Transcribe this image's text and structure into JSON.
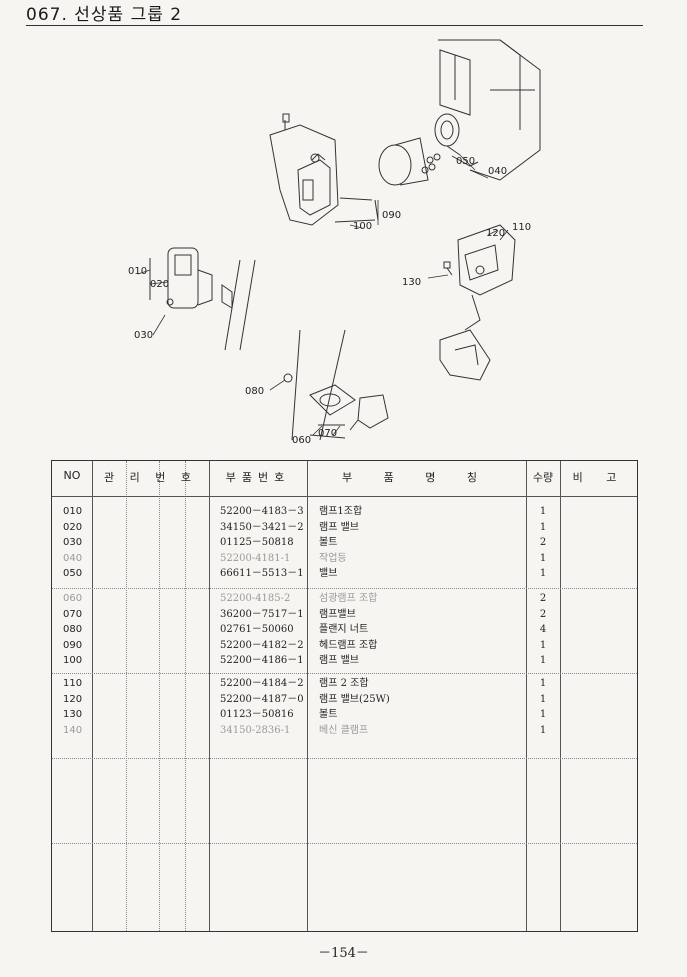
{
  "page_title": "067. 선상품 그룹 2",
  "diagram_callouts": [
    "010",
    "020",
    "030",
    "040",
    "050",
    "060",
    "070",
    "080",
    "090",
    "100",
    "110",
    "120",
    "130"
  ],
  "table": {
    "headers": {
      "no": "NO",
      "mgmt": "관 리 번 호",
      "part_no": "부품번호",
      "part_name": "부 품 명 칭",
      "qty": "수량",
      "remarks": "비 고"
    },
    "groups": [
      [
        {
          "no": "010",
          "part_no": "52200－4183－3",
          "name": "램프1조합",
          "qty": "1"
        },
        {
          "no": "020",
          "part_no": "34150－3421－2",
          "name": "램프 밸브",
          "qty": "1"
        },
        {
          "no": "030",
          "part_no": "01125－50818",
          "name": "볼트",
          "qty": "2"
        },
        {
          "no": "040",
          "part_no": "52200-4181-1",
          "name": "작업등",
          "qty": "1",
          "faint": true
        },
        {
          "no": "050",
          "part_no": "66611－5513－1",
          "name": "밸브",
          "qty": "1"
        }
      ],
      [
        {
          "no": "060",
          "part_no": "52200-4185-2",
          "name": "섬광램프 조합",
          "qty": "2",
          "faint": true
        },
        {
          "no": "070",
          "part_no": "36200－7517－1",
          "name": "램프밸브",
          "qty": "2"
        },
        {
          "no": "080",
          "part_no": "02761－50060",
          "name": "플랜지 너트",
          "qty": "4"
        },
        {
          "no": "090",
          "part_no": "52200－4182－2",
          "name": "헤드램프 조합",
          "qty": "1"
        },
        {
          "no": "100",
          "part_no": "52200－4186－1",
          "name": "램프 밸브",
          "qty": "1"
        }
      ],
      [
        {
          "no": "110",
          "part_no": "52200－4184－2",
          "name": "램프 2 조합",
          "qty": "1"
        },
        {
          "no": "120",
          "part_no": "52200－4187－0",
          "name": "램프 밸브(25W)",
          "qty": "1"
        },
        {
          "no": "130",
          "part_no": "01123－50816",
          "name": "볼트",
          "qty": "1"
        },
        {
          "no": "140",
          "part_no": "34150-2836-1",
          "name": "베신 클램프",
          "qty": "1",
          "faint": true
        }
      ]
    ]
  },
  "page_number": "－154－"
}
